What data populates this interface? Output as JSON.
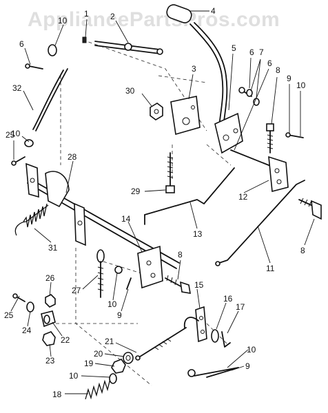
{
  "watermark": "AppliancePartsPros.com",
  "callouts": {
    "c1": "1",
    "c2": "2",
    "c3": "3",
    "c4": "4",
    "c5": "5",
    "c6a": "6",
    "c6b": "6",
    "c6c": "6",
    "c7": "7",
    "c8a": "8",
    "c8b": "8",
    "c8c": "8",
    "c9a": "9",
    "c9b": "9",
    "c9c": "9",
    "c10a": "10",
    "c10b": "10",
    "c10c": "10",
    "c10d": "10",
    "c10e": "10",
    "c11": "11",
    "c12": "12",
    "c13": "13",
    "c14": "14",
    "c15": "15",
    "c16": "16",
    "c17": "17",
    "c18": "18",
    "c19": "19",
    "c20": "20",
    "c21": "21",
    "c22": "22",
    "c23": "23",
    "c24": "24",
    "c25a": "25",
    "c25b": "25",
    "c26": "26",
    "c27": "27",
    "c28": "28",
    "c29": "29",
    "c30": "30",
    "c31": "31",
    "c32": "32"
  }
}
